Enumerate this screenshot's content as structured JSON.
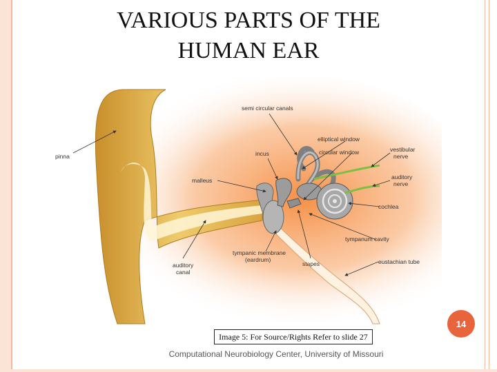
{
  "slide": {
    "title_line1": "VARIOUS PARTS OF THE",
    "title_line2": "HUMAN EAR",
    "caption": "Image 5: For Source/Rights Refer to slide 27",
    "footer": "Computational Neurobiology Center, University of Missouri",
    "page_number": "14"
  },
  "diagram": {
    "labels": {
      "pinna": "pinna",
      "semi_circular_canals": "semi circular canals",
      "elliptical_window": "elliptical window",
      "incus": "incus",
      "circular_window": "circular window",
      "vestibular_nerve_1": "vestibular",
      "vestibular_nerve_2": "nerve",
      "malleus": "malleus",
      "auditory_nerve_1": "auditory",
      "auditory_nerve_2": "nerve",
      "cochlea": "cochlea",
      "tympanum_cavity": "tympanum cavity",
      "tympanic_membrane_1": "tympanic membrane",
      "tympanic_membrane_2": "(eardrum)",
      "auditory_canal_1": "auditory",
      "auditory_canal_2": "canal",
      "stapes": "stapes",
      "eustachian_tube": "eustachian tube"
    },
    "colors": {
      "glow": "#f7a064",
      "skin_outer": "#d9a441",
      "skin_inner": "#f2d27a",
      "bone": "#9a9a9a",
      "nerve": "#7bc043"
    }
  }
}
